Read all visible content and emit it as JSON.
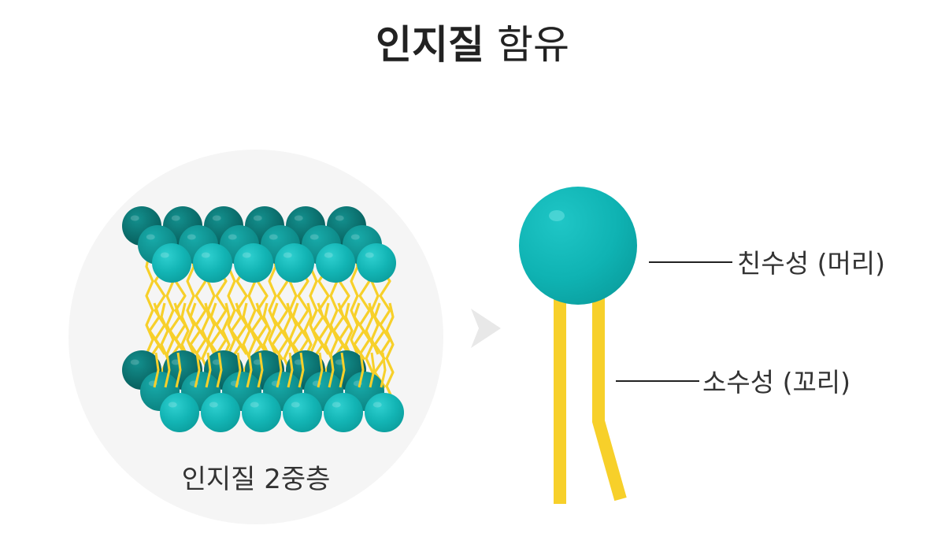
{
  "title": {
    "bold": "인지질",
    "light": "함유"
  },
  "bilayer": {
    "caption": "인지질 2중층"
  },
  "molecule": {
    "head_label": "친수성 (머리)",
    "tail_label": "소수성 (꼬리)"
  },
  "colors": {
    "head": "#13b5b5",
    "head_dark": "#0a6e6c",
    "head_mid": "#0e9896",
    "tail": "#f7d02a",
    "zoom_circle": "#f4f4f4",
    "text": "#222222",
    "line": "#222222"
  },
  "icons": {
    "zoom_arrow": "zoom-arrow-icon"
  }
}
